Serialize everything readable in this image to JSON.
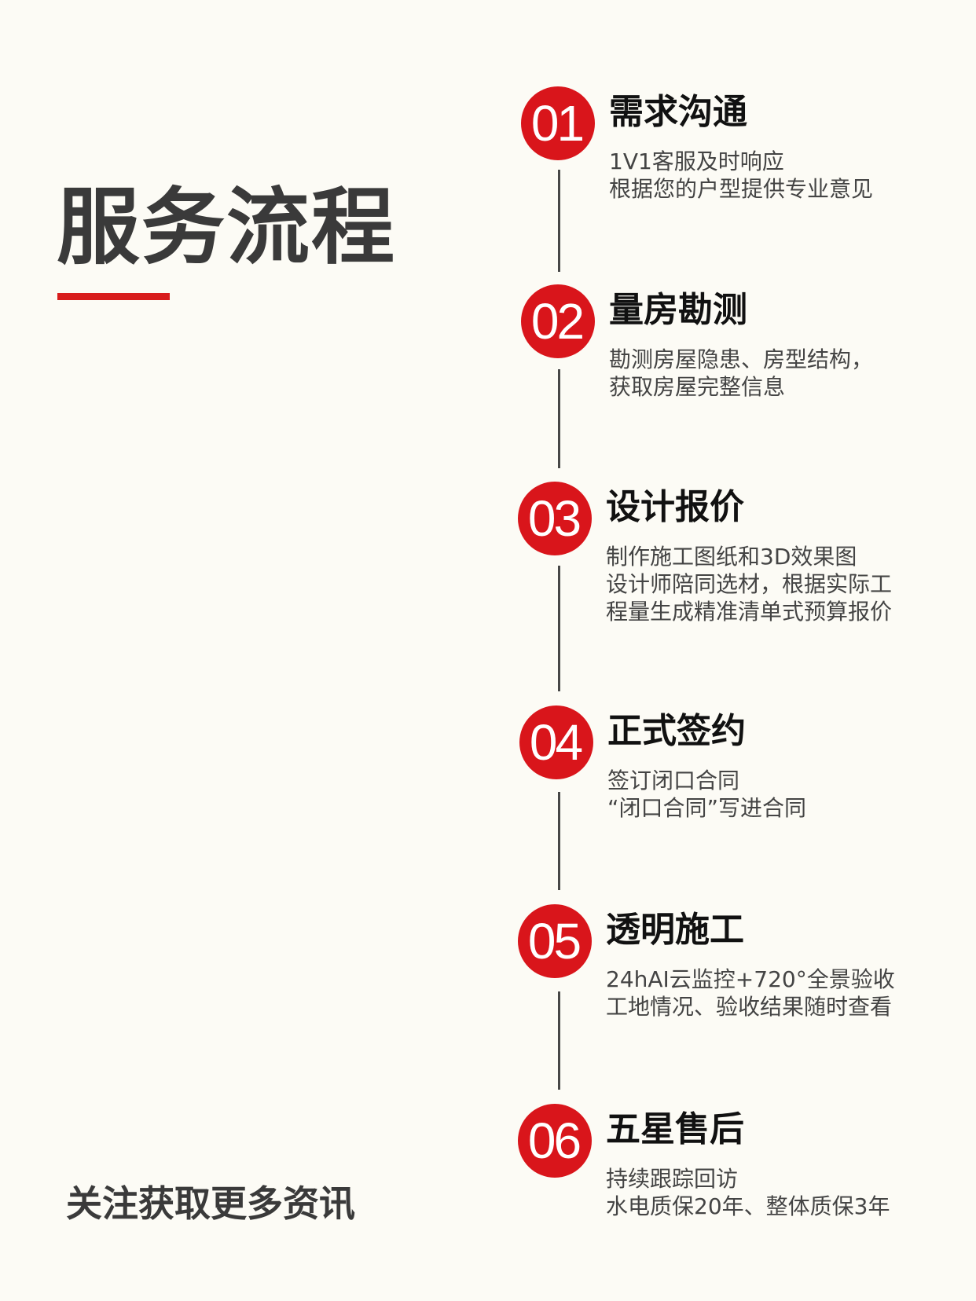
{
  "page": {
    "title": "服务流程",
    "footer": "关注获取更多资讯",
    "accent_color": "#d9151b",
    "background_color": "#fcfbf5"
  },
  "steps": [
    {
      "number": "01",
      "title": "需求沟通",
      "lines": [
        "1V1客服及时响应",
        "根据您的户型提供专业意见"
      ]
    },
    {
      "number": "02",
      "title": "量房勘测",
      "lines": [
        "勘测房屋隐患、房型结构，",
        "获取房屋完整信息"
      ]
    },
    {
      "number": "03",
      "title": "设计报价",
      "lines": [
        "制作施工图纸和3D效果图",
        "设计师陪同选材，根据实际工",
        "程量生成精准清单式预算报价"
      ]
    },
    {
      "number": "04",
      "title": "正式签约",
      "lines": [
        "签订闭口合同",
        "“闭口合同”写进合同"
      ]
    },
    {
      "number": "05",
      "title": "透明施工",
      "lines": [
        "24hAI云监控+720°全景验收",
        "工地情况、验收结果随时查看"
      ]
    },
    {
      "number": "06",
      "title": "五星售后",
      "lines": [
        "持续跟踪回访",
        "水电质保20年、整体质保3年"
      ]
    }
  ]
}
